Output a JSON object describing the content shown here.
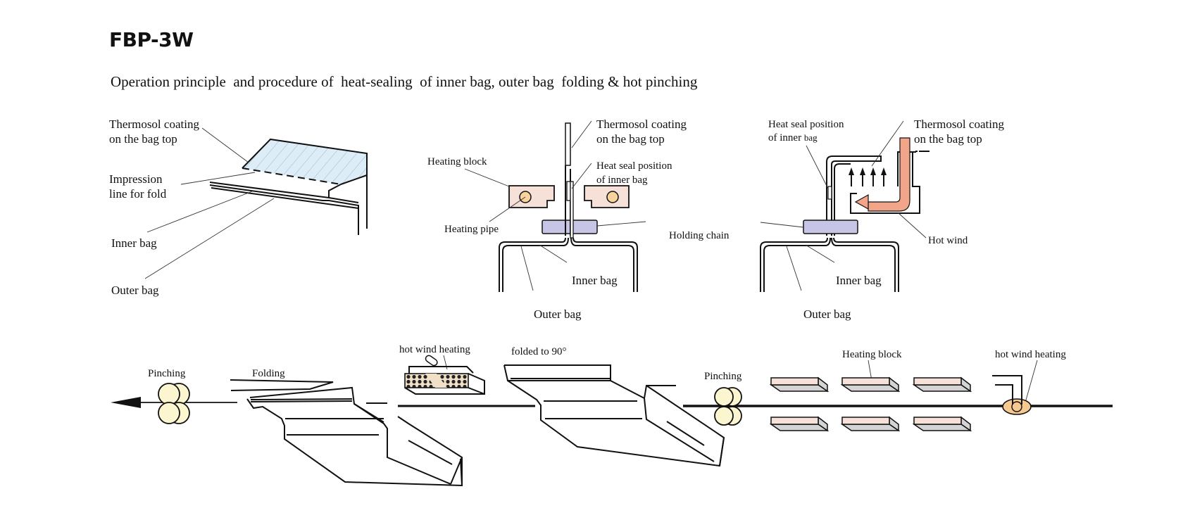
{
  "header": {
    "model": "FBP-3W",
    "subtitle": "Operation principle  and procedure of  heat-sealing  of inner bag, outer bag  folding & hot pinching"
  },
  "panel1": {
    "thermosol_1": "Thermosol coating",
    "thermosol_2": "on the bag top",
    "impression_1": "Impression",
    "impression_2": "line for fold",
    "inner_bag": "Inner bag",
    "outer_bag": "Outer bag"
  },
  "panel2": {
    "thermosol_1": "Thermosol coating",
    "thermosol_2": "on the bag top",
    "heating_block": "Heating block",
    "heat_seal_1": "Heat  seal position",
    "heat_seal_2": "of inner bag",
    "heating_pipe": "Heating  pipe",
    "holding_chain": "Holding  chain",
    "inner_bag": "Inner bag",
    "outer_bag": "Outer bag"
  },
  "panel3": {
    "heat_seal_1": "Heat  seal position",
    "heat_seal_2a": "of inner ",
    "heat_seal_2b": "bag",
    "thermosol_1": "Thermosol coating",
    "thermosol_2": "on the bag top",
    "hot_wind": "Hot wind",
    "inner_bag": "Inner bag",
    "outer_bag": "Outer bag"
  },
  "process": {
    "pinching_left": "Pinching",
    "folding": "Folding",
    "hot_wind_heating_left": "hot wind heating",
    "folded_90": "folded  to 90°",
    "pinching_right": "Pinching",
    "heating_block": "Heating  block",
    "hot_wind_heating_right": "hot wind heating",
    "flow_direction": "right-to-left"
  },
  "colors": {
    "coating_fill": "#dcedf8",
    "heating_block_fill": "#f6e1d8",
    "heating_pipe_fill": "#f9d39c",
    "holding_chain_fill": "#c6c5e6",
    "hot_wind_fill": "#f3a58a",
    "roller_fill": "#fbf6cf",
    "block_side_fill": "#d4d4d4",
    "heater_fill": "#f5c98f"
  }
}
